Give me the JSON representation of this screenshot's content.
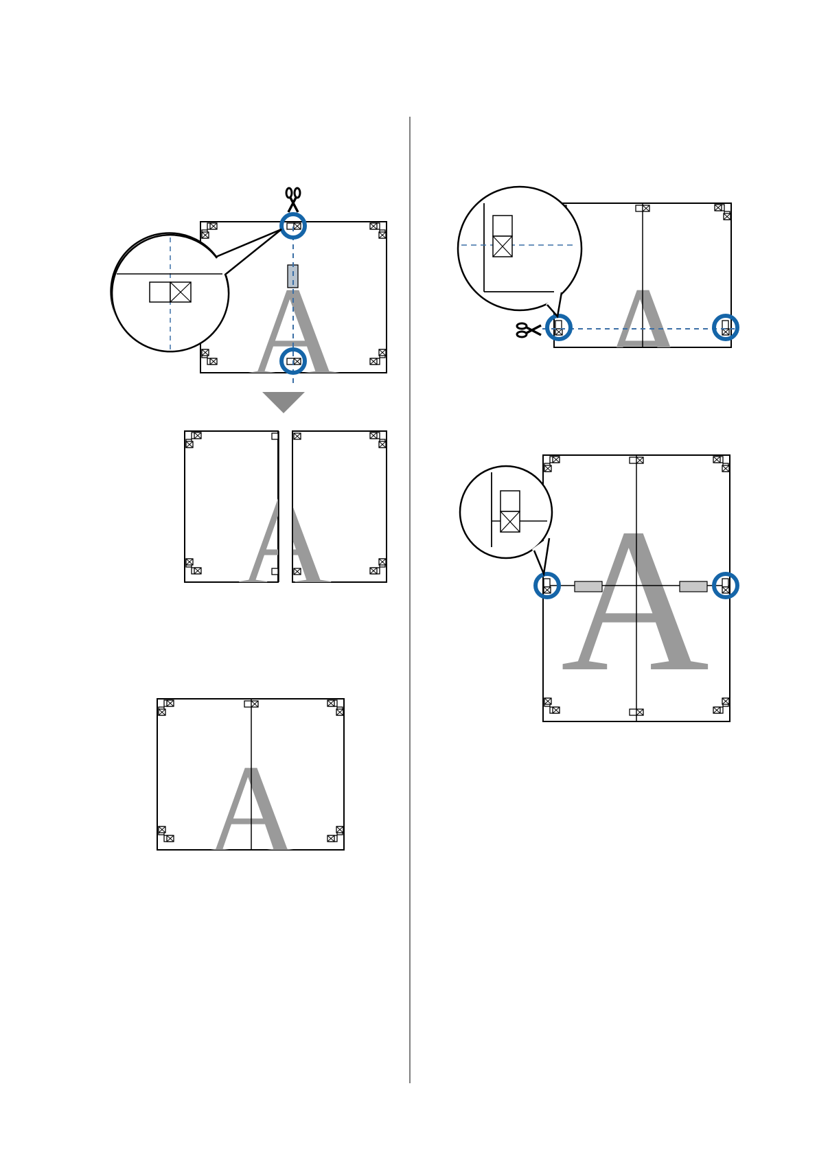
{
  "page": {
    "language": "en"
  },
  "colors": {
    "accent_circle": "#1565a8",
    "letter_glyph": "#9a9a9a",
    "outline": "#000000",
    "cut_line": "#3a6ea5",
    "tape": "#c8c8c8",
    "arrow": "#8a8a8a"
  },
  "figures": {
    "fig1": {
      "poster_letter": "A",
      "icons": [
        "scissors-icon",
        "zoom-callout",
        "alignment-mark-icon"
      ]
    },
    "fig2": {
      "poster_letter": "A",
      "icons": [
        "down-arrow-icon",
        "alignment-mark-icon"
      ]
    },
    "fig3": {
      "poster_letter": "A",
      "icons": [
        "alignment-mark-icon"
      ]
    },
    "fig4": {
      "poster_letter": "A",
      "icons": [
        "scissors-icon",
        "zoom-callout",
        "alignment-mark-icon"
      ]
    },
    "fig5": {
      "poster_letter": "A",
      "icons": [
        "zoom-callout",
        "tape-strip-icon",
        "alignment-mark-icon"
      ]
    }
  }
}
